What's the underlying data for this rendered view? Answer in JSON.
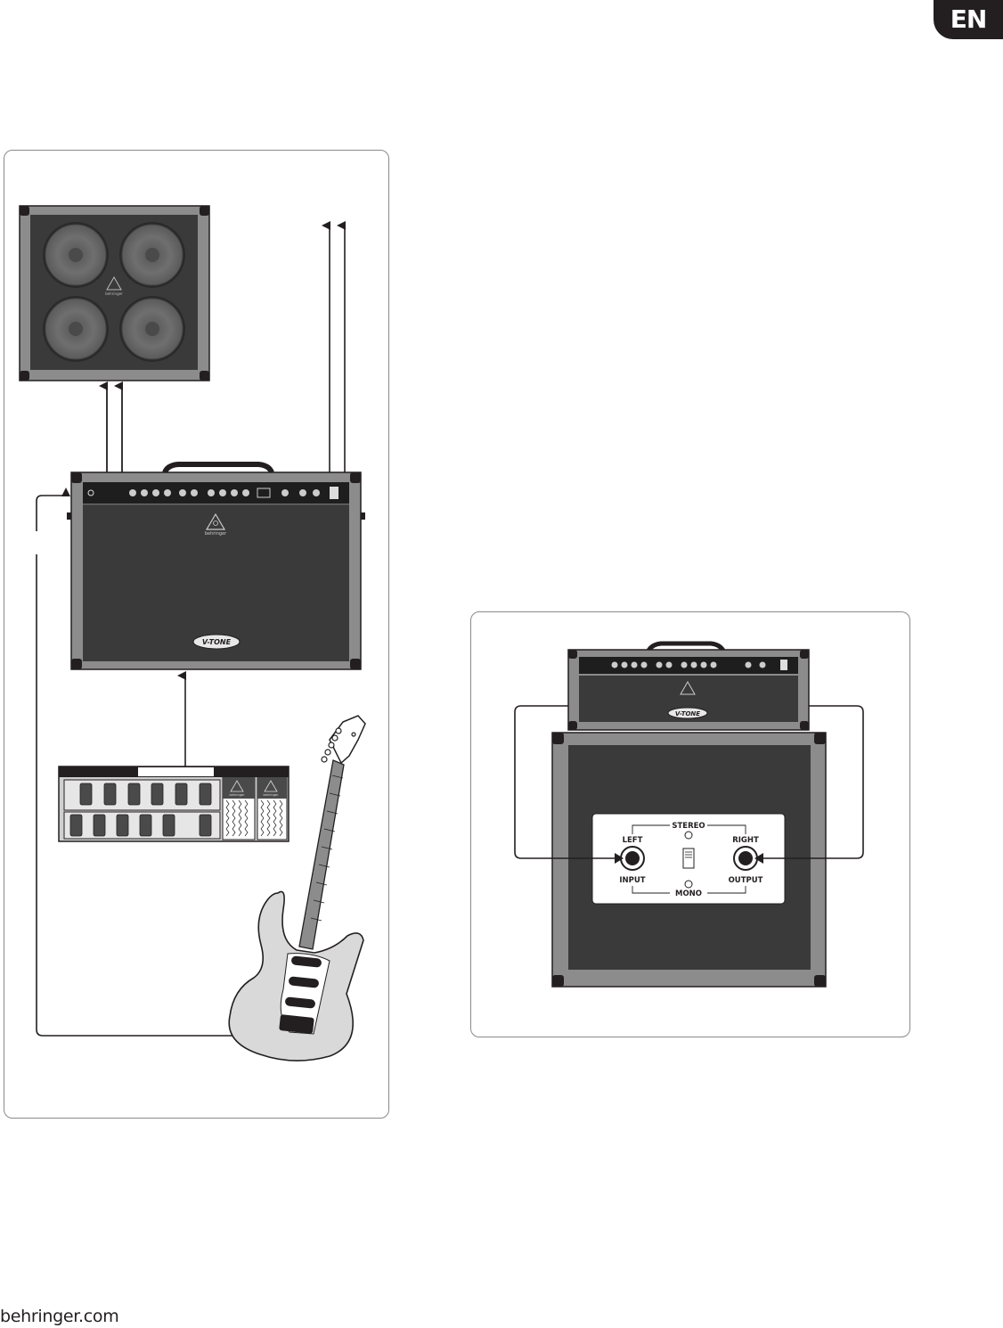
{
  "header": {
    "language_badge": "EN"
  },
  "footer": {
    "brand_url": "behringer.com"
  },
  "left_diagram": {
    "cabinet_logo": "behringer",
    "amp_logo": "behringer",
    "amp_badge": "V-TONE",
    "footswitch_logo": "behringer"
  },
  "right_diagram": {
    "head_badge": "V-TONE",
    "jack_panel": {
      "stereo_label": "STEREO",
      "mono_label": "MONO",
      "left_label": "LEFT",
      "right_label": "RIGHT",
      "input_label": "INPUT",
      "output_label": "OUTPUT"
    }
  },
  "colors": {
    "ink": "#231f20",
    "tolex": "#3a3a3a",
    "frame": "#8c8c8c",
    "speaker": "#6e6e6e"
  }
}
